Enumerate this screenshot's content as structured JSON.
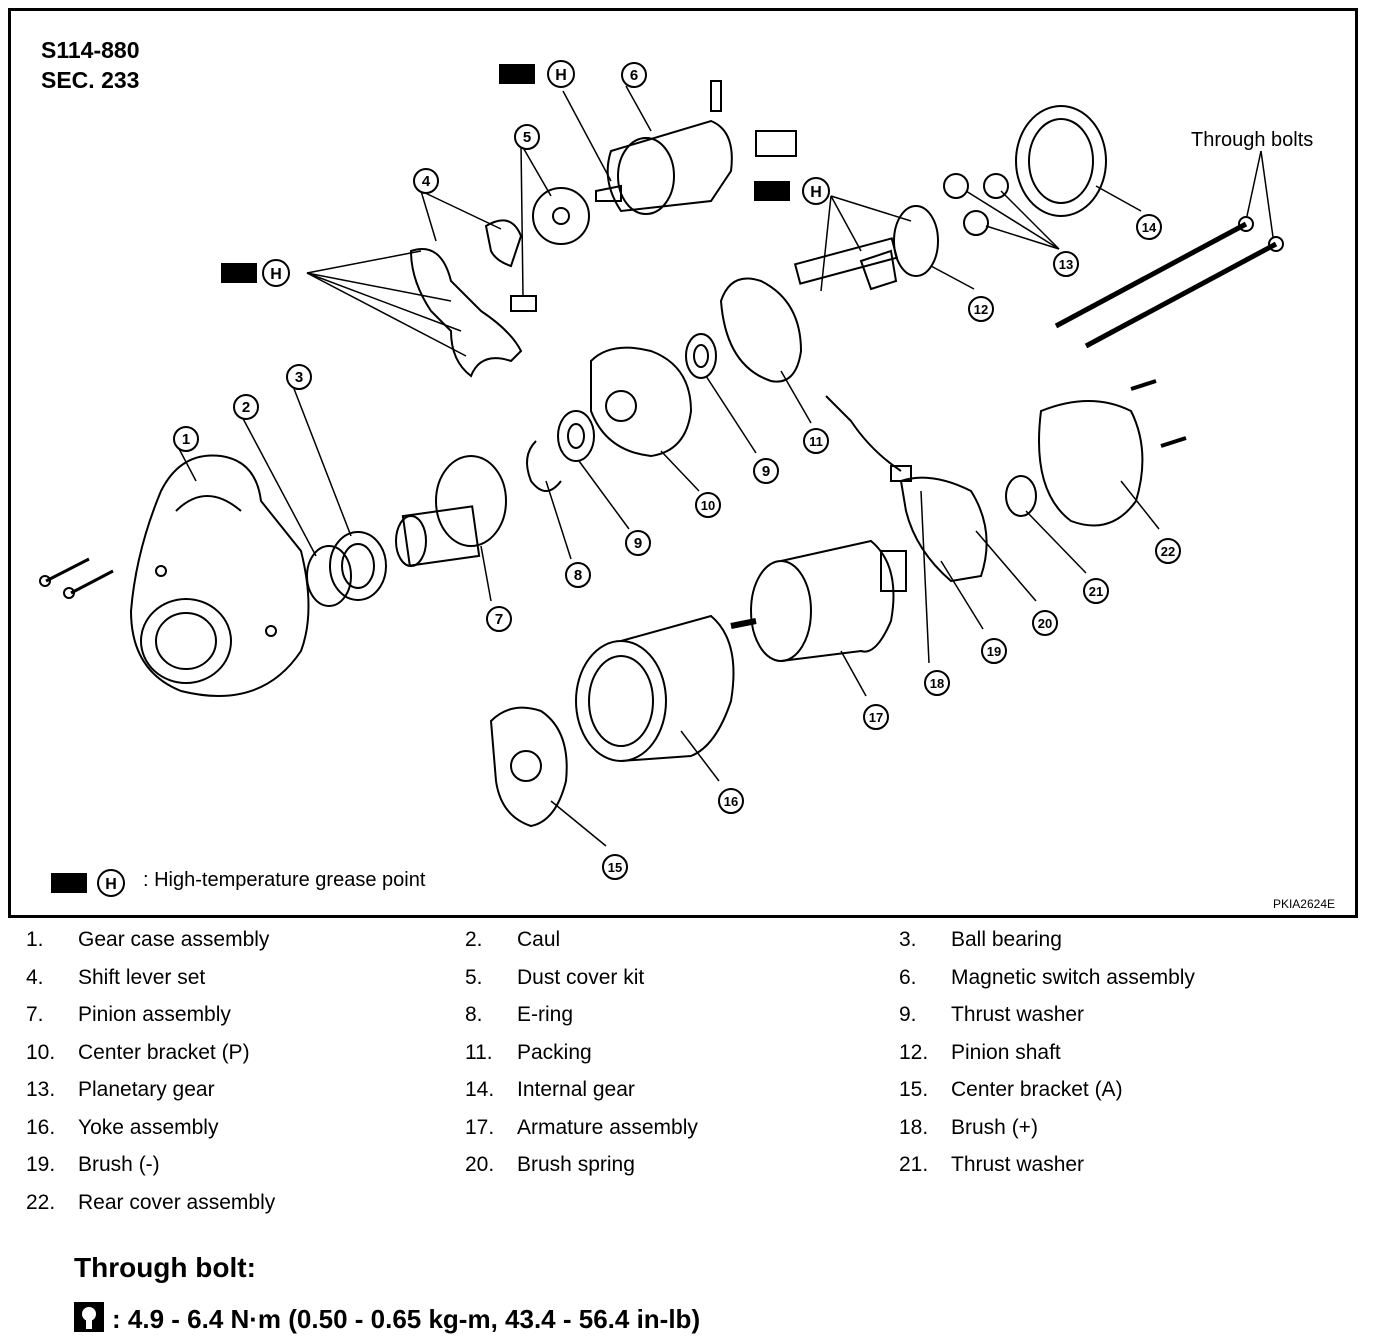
{
  "figure": {
    "code_line1": "S114-880",
    "code_line2": "SEC. 233",
    "through_bolts_label": "Through bolts",
    "legend_text": ": High-temperature grease point",
    "figure_id": "PKIA2624E",
    "grease_symbol_letter": "H",
    "callouts": [
      "1",
      "2",
      "3",
      "4",
      "5",
      "6",
      "7",
      "8",
      "9",
      "9",
      "10",
      "11",
      "12",
      "13",
      "14",
      "15",
      "16",
      "17",
      "18",
      "19",
      "20",
      "21",
      "22"
    ]
  },
  "parts": [
    {
      "num": "1.",
      "name": "Gear case assembly"
    },
    {
      "num": "2.",
      "name": "Caul"
    },
    {
      "num": "3.",
      "name": "Ball bearing"
    },
    {
      "num": "4.",
      "name": "Shift lever set"
    },
    {
      "num": "5.",
      "name": "Dust cover kit"
    },
    {
      "num": "6.",
      "name": "Magnetic switch assembly"
    },
    {
      "num": "7.",
      "name": "Pinion assembly"
    },
    {
      "num": "8.",
      "name": "E-ring"
    },
    {
      "num": "9.",
      "name": "Thrust washer"
    },
    {
      "num": "10.",
      "name": "Center bracket (P)"
    },
    {
      "num": "11.",
      "name": "Packing"
    },
    {
      "num": "12.",
      "name": "Pinion shaft"
    },
    {
      "num": "13.",
      "name": "Planetary gear"
    },
    {
      "num": "14.",
      "name": "Internal gear"
    },
    {
      "num": "15.",
      "name": "Center bracket (A)"
    },
    {
      "num": "16.",
      "name": "Yoke assembly"
    },
    {
      "num": "17.",
      "name": "Armature assembly"
    },
    {
      "num": "18.",
      "name": "Brush (+)"
    },
    {
      "num": "19.",
      "name": "Brush (-)"
    },
    {
      "num": "20.",
      "name": "Brush spring"
    },
    {
      "num": "21.",
      "name": "Thrust washer"
    },
    {
      "num": "22.",
      "name": "Rear cover assembly"
    }
  ],
  "spec": {
    "title": "Through bolt:",
    "torque": ": 4.9 - 6.4 N·m (0.50 - 0.65 kg-m, 43.4 - 56.4 in-lb)"
  }
}
